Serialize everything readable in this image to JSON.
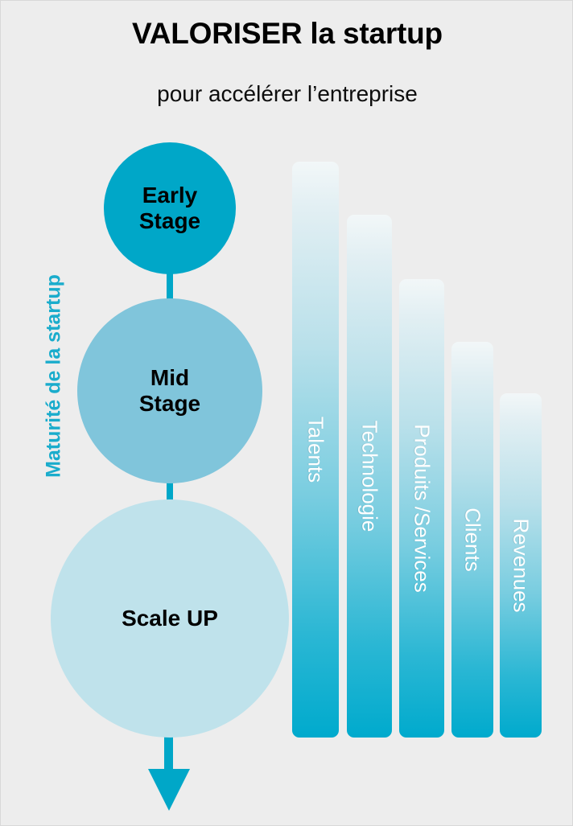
{
  "header": {
    "title": "VALORISER la startup",
    "subtitle": "pour accélérer l’entreprise"
  },
  "axis": {
    "vertical_label": "Maturité de la startup"
  },
  "stages": [
    {
      "label": "Early Stage",
      "line1": "Early",
      "line2": "Stage",
      "color": "#00a7c8"
    },
    {
      "label": "Mid Stage",
      "line1": "Mid",
      "line2": "Stage",
      "color": "#80c5db"
    },
    {
      "label": "Scale UP",
      "line1": "Scale UP",
      "line2": "",
      "color": "#bfe2eb"
    }
  ],
  "bars": [
    {
      "label": "Talents"
    },
    {
      "label": "Technologie"
    },
    {
      "label": "Produits /Services"
    },
    {
      "label": "Clients"
    },
    {
      "label": "Revenues"
    }
  ],
  "colors": {
    "background": "#ededed",
    "accent": "#00a7c8",
    "accent_mid": "#80c5db",
    "accent_light": "#bfe2eb",
    "bar_bottom": "#00aacd",
    "bar_top": "#f2f7f8",
    "axis_text": "#1aaccc",
    "title_text": "#000000",
    "bar_text": "#ffffff"
  },
  "chart_data": {
    "type": "bar",
    "title": "VALORISER la startup",
    "subtitle": "pour accélérer l’entreprise",
    "xlabel": "",
    "ylabel": "Maturité de la startup",
    "categories": [
      "Talents",
      "Technologie",
      "Produits /Services",
      "Clients",
      "Revenues"
    ],
    "values": [
      100,
      91,
      80,
      69,
      60
    ],
    "ylim": [
      0,
      100
    ],
    "grid": false,
    "legend": "none",
    "annotations": [
      "Early Stage",
      "Mid Stage",
      "Scale UP"
    ],
    "notes": "Decreasing bar heights beside three nested maturity-stage circles; values are relative bar heights read off pixel extents."
  }
}
